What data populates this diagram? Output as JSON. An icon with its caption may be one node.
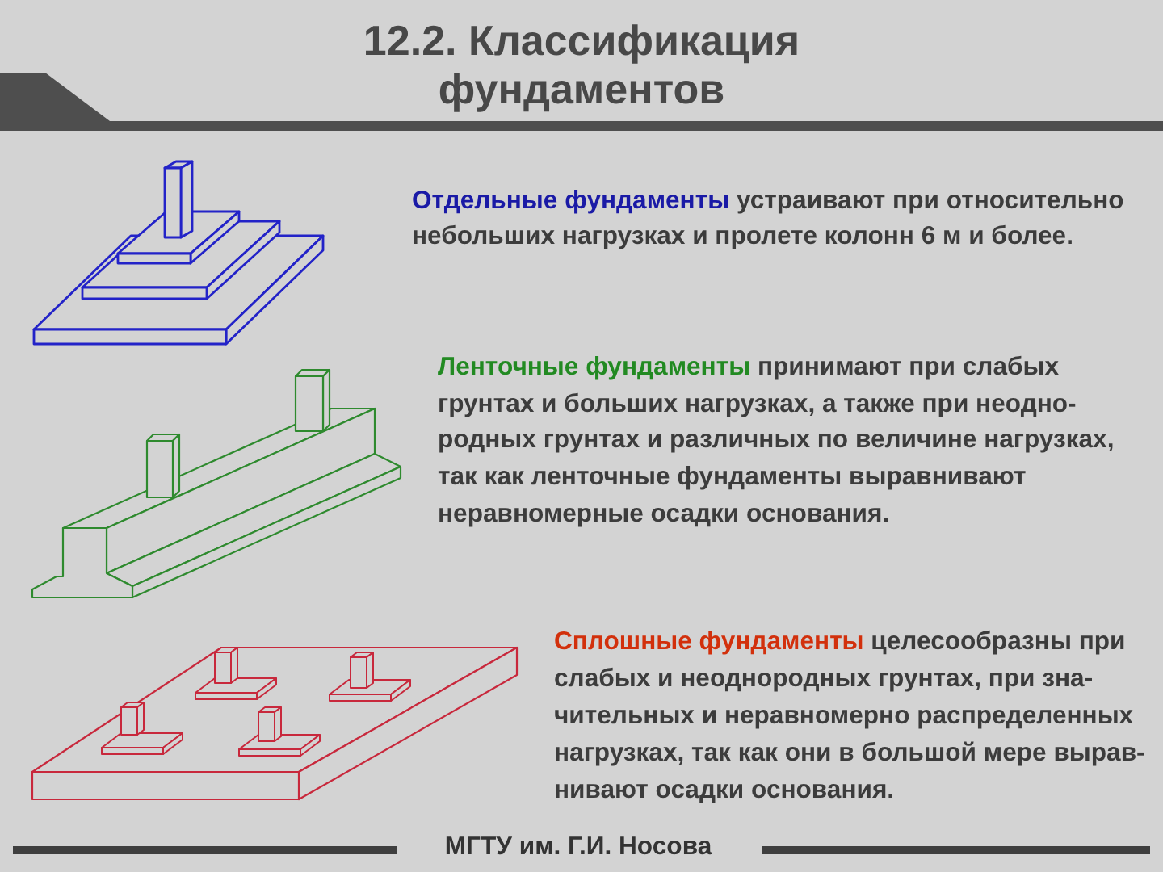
{
  "diagram": {
    "title": "12.2. Классификация фундаментов",
    "labels": [
      "*Отдельные фундаменты* устраивают при относительно небольших нагрузках и пролете колонн 6 м и более.",
      "*Ленточные фундаменты* принимают при слабых грунтах и больших нагрузках, а также при неодно-родных грунтах и различных по величине нагрузках, так как ленточные фундаменты выравнивают неравномерные осадки основания.",
      "*Сплошные фундаменты* целесообразны при слабых и неоднородных грунтах, при зна-чительных и неравномерно распределенных нагрузках, так как они в большой мере вырав-нивают осадки основания.",
      "МГТУ им. Г.И. Носова"
    ]
  }
}
